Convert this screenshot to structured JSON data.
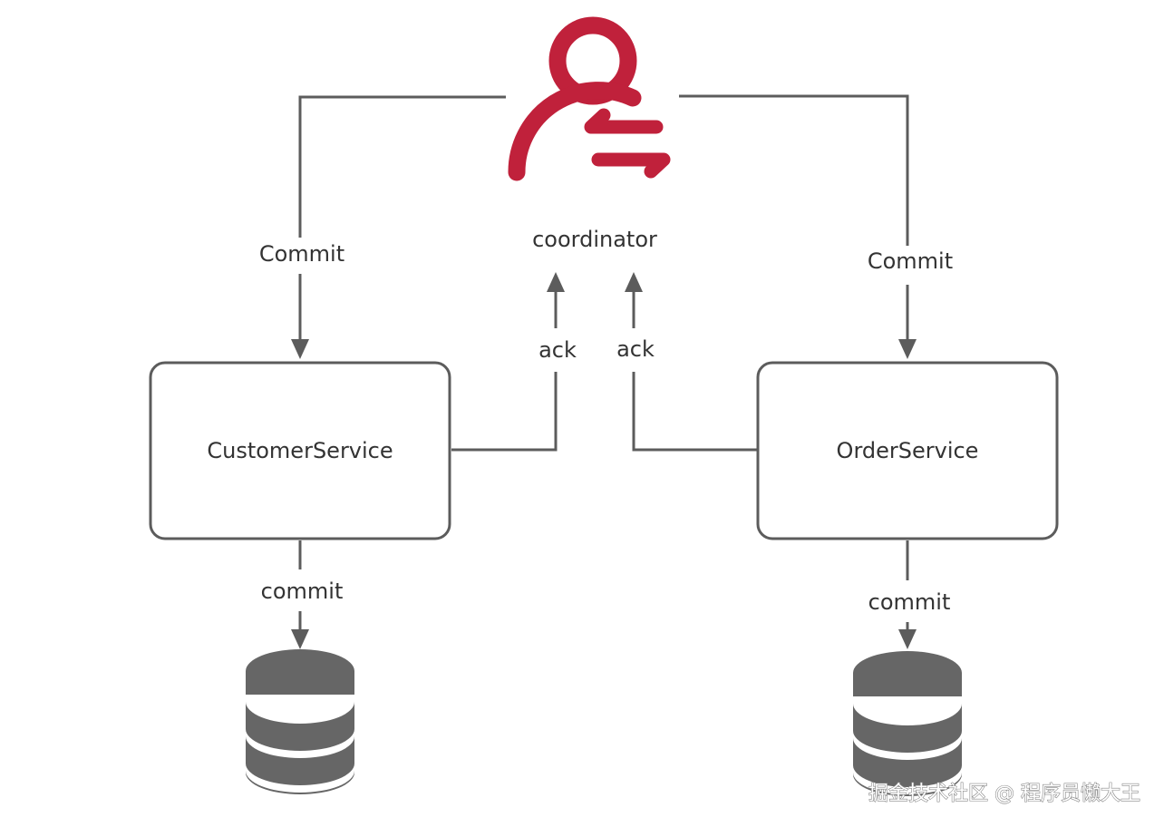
{
  "colors": {
    "accent": "#c0213b",
    "line": "#5c5c5c",
    "database": "#666666"
  },
  "coordinator": {
    "icon": "user-exchange-icon",
    "label": "coordinator"
  },
  "services": [
    {
      "name": "CustomerService"
    },
    {
      "name": "OrderService"
    }
  ],
  "edges": {
    "commit_left": "Commit",
    "commit_right": "Commit",
    "ack_left": "ack",
    "ack_right": "ack",
    "db_commit_left": "commit",
    "db_commit_right": "commit"
  },
  "databases": [
    {
      "icon": "database-icon"
    },
    {
      "icon": "database-icon"
    }
  ],
  "watermark": "掘金技术社区 @ 程序员懒大王"
}
